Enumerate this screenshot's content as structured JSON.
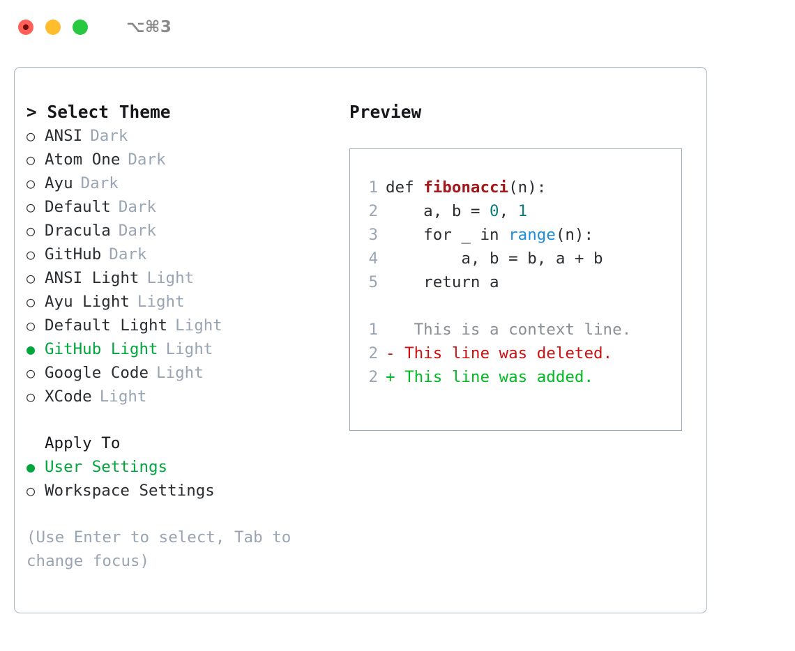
{
  "window": {
    "shortcut": "⌥⌘3",
    "traffic_lights": [
      {
        "name": "close",
        "color": "#ff5f57"
      },
      {
        "name": "minimize",
        "color": "#ffbd2e"
      },
      {
        "name": "zoom",
        "color": "#28c840"
      }
    ]
  },
  "theme_picker": {
    "heading": "> Select Theme",
    "bullet_unselected": "○",
    "bullet_selected": "●",
    "items": [
      {
        "name": "ANSI",
        "tag": "Dark",
        "selected": false
      },
      {
        "name": "Atom One",
        "tag": "Dark",
        "selected": false
      },
      {
        "name": "Ayu",
        "tag": "Dark",
        "selected": false
      },
      {
        "name": "Default",
        "tag": "Dark",
        "selected": false
      },
      {
        "name": "Dracula",
        "tag": "Dark",
        "selected": false
      },
      {
        "name": "GitHub",
        "tag": "Dark",
        "selected": false
      },
      {
        "name": "ANSI Light",
        "tag": "Light",
        "selected": false
      },
      {
        "name": "Ayu Light",
        "tag": "Light",
        "selected": false
      },
      {
        "name": "Default Light",
        "tag": "Light",
        "selected": false
      },
      {
        "name": "GitHub Light",
        "tag": "Light",
        "selected": true
      },
      {
        "name": "Google Code",
        "tag": "Light",
        "selected": false
      },
      {
        "name": "XCode",
        "tag": "Light",
        "selected": false
      }
    ]
  },
  "apply_to": {
    "heading": "Apply To",
    "options": [
      {
        "label": "User Settings",
        "selected": true
      },
      {
        "label": "Workspace Settings",
        "selected": false
      }
    ]
  },
  "hint": "(Use Enter to select, Tab to change focus)",
  "preview": {
    "title": "Preview",
    "code_lines": [
      {
        "lineno": "1",
        "tokens": [
          {
            "text": "def ",
            "kind": "plain"
          },
          {
            "text": "fibonacci",
            "kind": "func"
          },
          {
            "text": "(n):",
            "kind": "plain"
          }
        ]
      },
      {
        "lineno": "2",
        "tokens": [
          {
            "text": "    a, b = ",
            "kind": "plain"
          },
          {
            "text": "0",
            "kind": "num"
          },
          {
            "text": ", ",
            "kind": "plain"
          },
          {
            "text": "1",
            "kind": "num"
          }
        ]
      },
      {
        "lineno": "3",
        "tokens": [
          {
            "text": "    for _ in ",
            "kind": "plain"
          },
          {
            "text": "range",
            "kind": "builtin"
          },
          {
            "text": "(n):",
            "kind": "plain"
          }
        ]
      },
      {
        "lineno": "4",
        "tokens": [
          {
            "text": "        a, b = b, a + b",
            "kind": "plain"
          }
        ]
      },
      {
        "lineno": "5",
        "tokens": [
          {
            "text": "    return a",
            "kind": "plain"
          }
        ]
      }
    ],
    "diff_lines": [
      {
        "lineno": "1",
        "marker": " ",
        "text": "  This is a context line.",
        "kind": "context"
      },
      {
        "lineno": "2",
        "marker": "-",
        "text": " This line was deleted.",
        "kind": "deleted"
      },
      {
        "lineno": "2",
        "marker": "+",
        "text": " This line was added.",
        "kind": "added"
      }
    ]
  },
  "colors": {
    "accent_green": "#00a63c",
    "muted_gray": "#9aa5b4",
    "text": "#2a2d31",
    "border": "#a9b4c2",
    "diff_deleted": "#cc1111",
    "diff_added": "#00bb22",
    "syntax_function": "#a3181a",
    "syntax_number": "#0b7d7d",
    "syntax_builtin": "#1f8dd6"
  }
}
